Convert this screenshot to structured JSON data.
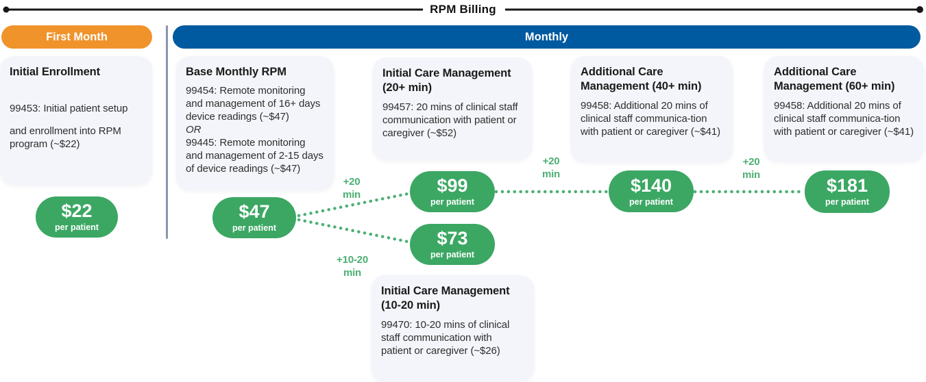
{
  "page_title": "RPM Billing",
  "headers": {
    "first_month": "First Month",
    "monthly": "Monthly"
  },
  "cards": {
    "initial_enrollment": {
      "title": "Initial Enrollment",
      "p1": "99453: Initial patient setup",
      "p2": "and enrollment into RPM program (~$22)"
    },
    "base_monthly_rpm": {
      "title": "Base Monthly RPM",
      "p1": "99454: Remote monitoring and management of 16+ days device readings (~$47)",
      "or": "OR",
      "p2": "99445: Remote monitoring and management of 2-15 days of device readings (~$47)"
    },
    "initial_care_20": {
      "title": "Initial Care Management (20+ min)",
      "p1": "99457: 20 mins of clinical staff communication with patient or caregiver (~$52)"
    },
    "additional_care_40": {
      "title": "Additional Care Management (40+ min)",
      "p1": "99458: Additional 20 mins of clinical staff communica-tion with patient or caregiver (~$41)"
    },
    "additional_care_60": {
      "title": "Additional Care Management (60+ min)",
      "p1": "99458: Additional 20 mins of clinical staff communica-tion with patient or caregiver (~$41)"
    },
    "initial_care_10_20": {
      "title": "Initial Care Management (10-20 min)",
      "p1": "99470: 10-20 mins of clinical staff communication with patient or caregiver (~$26)"
    }
  },
  "badges": {
    "enrollment": {
      "price": "$22",
      "unit": "per patient"
    },
    "base": {
      "price": "$47",
      "unit": "per patient"
    },
    "care20": {
      "price": "$99",
      "unit": "per patient"
    },
    "care1020": {
      "price": "$73",
      "unit": "per patient"
    },
    "care40": {
      "price": "$140",
      "unit": "per patient"
    },
    "care60": {
      "price": "$181",
      "unit": "per patient"
    }
  },
  "connector_labels": {
    "to_care20": {
      "line1": "+20",
      "line2": "min"
    },
    "to_care1020": {
      "line1": "+10-20",
      "line2": "min"
    },
    "to_care40": {
      "line1": "+20",
      "line2": "min"
    },
    "to_care60": {
      "line1": "+20",
      "line2": "min"
    }
  },
  "colors": {
    "orange_header": "#F0932B",
    "blue_header": "#005A9F",
    "green_badge": "#3BA763",
    "green_accent": "#4CAF74",
    "card_background": "#F3F5FA"
  }
}
